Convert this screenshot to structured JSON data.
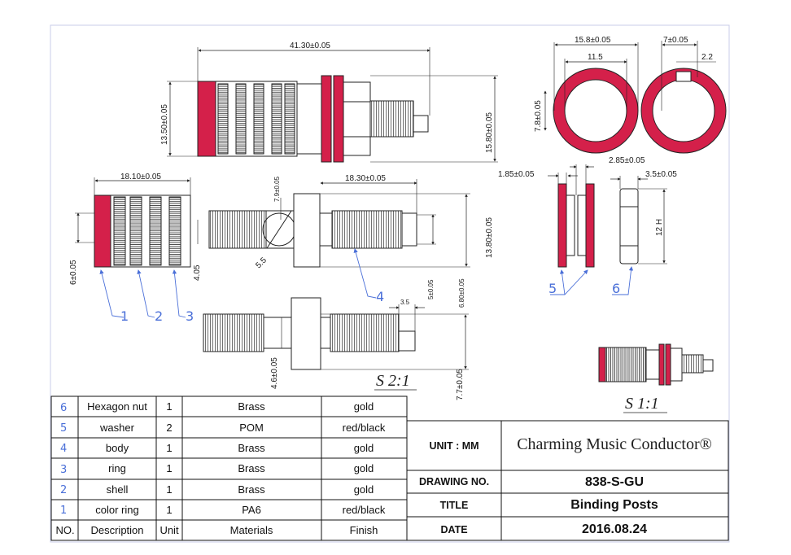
{
  "dimensions": {
    "overall_length": "41.30±0.05",
    "body_height": "13.50±0.05",
    "nut_height": "15.80±0.05",
    "washer_od": "15.8±0.05",
    "washer_id": "11.5",
    "washer_offset": "7±0.05",
    "key_width": "2.2",
    "washer_inner": "7.8±0.05",
    "gap": "2.85±0.05",
    "washer_thickness": "1.85±0.05",
    "nut_thickness": "3.5±0.05",
    "nut_across": "12 H",
    "shell_length": "18.10±0.05",
    "body_length": "18.30±0.05",
    "hole_diameter": "7.9±0.05",
    "collar_height": "13.80±0.05",
    "pin_diameter": "5±0.05",
    "thread_diameter": "6.80±0.05",
    "shell_diameter": "6±0.05",
    "ring_width": "4.05",
    "hole_depth": "5.5",
    "pin_length": "3.5",
    "stud_diameter": "4.6±0.05",
    "stud_height": "7.7±0.05"
  },
  "callouts": [
    "1",
    "2",
    "3",
    "4",
    "5",
    "6"
  ],
  "scales": {
    "detail": "S 2:1",
    "full": "S 1:1"
  },
  "bom": {
    "rows": [
      {
        "no": "6",
        "description": "Hexagon nut",
        "unit": "1",
        "materials": "Brass",
        "finish": "gold"
      },
      {
        "no": "5",
        "description": "washer",
        "unit": "2",
        "materials": "POM",
        "finish": "red/black"
      },
      {
        "no": "4",
        "description": "body",
        "unit": "1",
        "materials": "Brass",
        "finish": "gold"
      },
      {
        "no": "3",
        "description": "ring",
        "unit": "1",
        "materials": "Brass",
        "finish": "gold"
      },
      {
        "no": "2",
        "description": "shell",
        "unit": "1",
        "materials": "Brass",
        "finish": "gold"
      },
      {
        "no": "1",
        "description": "color ring",
        "unit": "1",
        "materials": "PA6",
        "finish": "red/black"
      }
    ],
    "header": {
      "no": "NO.",
      "description": "Description",
      "unit": "Unit",
      "materials": "Materials",
      "finish": "Finish"
    }
  },
  "title_block": {
    "unit_label": "UNIT : MM",
    "company": "Charming Music Conductor®",
    "drawing_no_label": "DRAWING NO.",
    "drawing_no": "838-S-GU",
    "title_label": "TITLE",
    "title": "Binding Posts",
    "date_label": "DATE",
    "date": "2016.08.24"
  },
  "colors": {
    "part_red": "#d4204a",
    "callout_blue": "#4a6fd8",
    "frame": "#c9cde8"
  }
}
